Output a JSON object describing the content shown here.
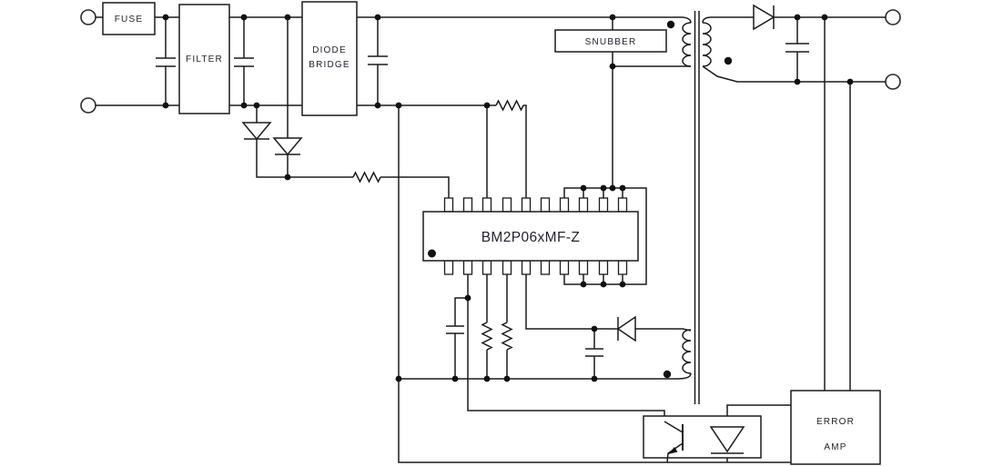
{
  "labels": {
    "fuse": "FUSE",
    "filter": "FILTER",
    "diode_bridge_1": "DIODE",
    "diode_bridge_2": "BRIDGE",
    "snubber": "SNUBBER",
    "ic": "BM2P06xMF-Z",
    "error_amp_1": "ERROR",
    "error_amp_2": "AMP"
  },
  "colors": {
    "line": "#1b1b1b",
    "text": "#23232e",
    "background": "#ffffff"
  }
}
